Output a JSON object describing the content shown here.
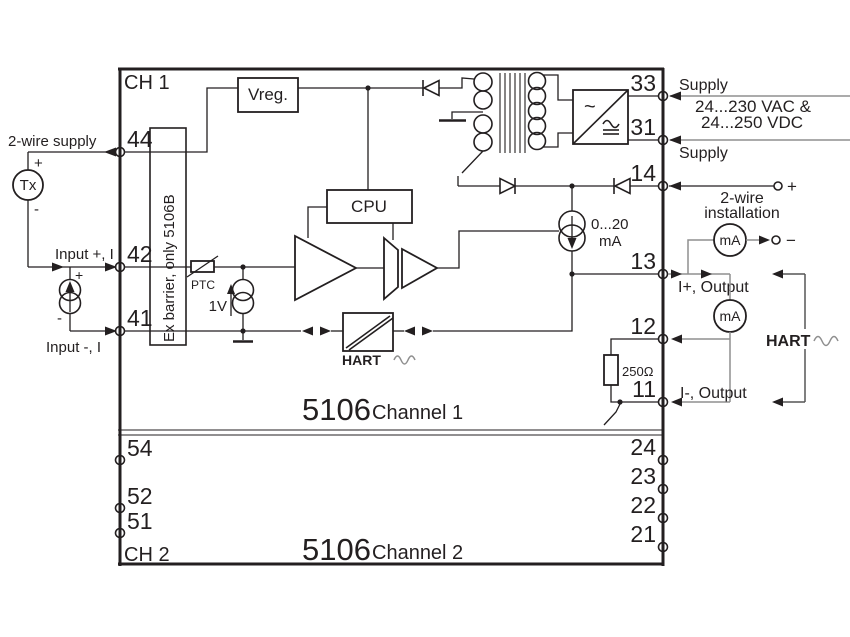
{
  "diagram": {
    "ch1": {
      "corner_label": "CH 1",
      "model": "5106",
      "channel": "Channel 1"
    },
    "ch2": {
      "corner_label": "CH 2",
      "model": "5106",
      "channel": "Channel 2"
    },
    "terminals": {
      "ch1_left": [
        "44",
        "42",
        "41"
      ],
      "ch1_right": [
        "33",
        "31",
        "14",
        "13",
        "12",
        "11"
      ],
      "ch2_left": [
        "54",
        "52",
        "51"
      ],
      "ch2_right": [
        "24",
        "23",
        "22",
        "21"
      ]
    },
    "blocks": {
      "vreg": "Vreg.",
      "cpu": "CPU",
      "ex_barrier": "Ex barrier, only 5106B",
      "ptc": "PTC",
      "voltage_source": "1V",
      "cs_range": "0...20",
      "cs_unit": "mA",
      "resistor": "250Ω",
      "hart": "HART",
      "tx": "Tx",
      "meter": "mA",
      "acdc_ac": "~"
    },
    "labels": {
      "two_wire_supply": "2-wire supply",
      "input_plus": "Input +, I",
      "input_minus": "Input -, I",
      "supply": "Supply",
      "vac": "24...230 VAC &",
      "vdc": "24...250 VDC",
      "two_wire_1": "2-wire",
      "two_wire_2": "installation",
      "i_plus_output": "I+, Output",
      "i_minus_output": "I-, Output",
      "plus": "+",
      "minus": "-",
      "minus_dash": "−"
    },
    "colors": {
      "ink": "#231f20",
      "wire_gray": "#8f8f8f",
      "background": "#ffffff"
    }
  }
}
